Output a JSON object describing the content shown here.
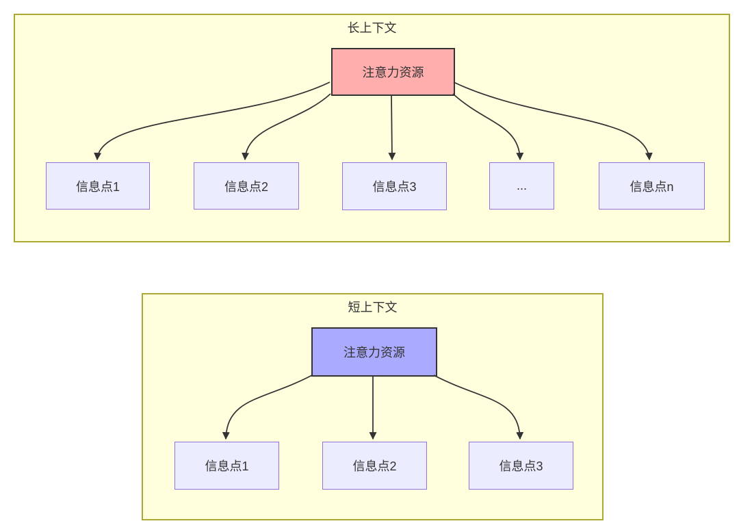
{
  "page": {
    "background": "#ffffff",
    "edge_color": "#333333",
    "text_color": "#333333"
  },
  "panels": [
    {
      "title": "长上下文",
      "bg": "#ffffde",
      "border_color": "#aaaa33",
      "source": {
        "label": "注意力资源",
        "fill": "#ffadad",
        "stroke": "#333333"
      },
      "target_fill": "#ececff",
      "target_stroke": "#9370db",
      "targets": [
        {
          "label": "信息点1"
        },
        {
          "label": "信息点2"
        },
        {
          "label": "信息点3"
        },
        {
          "label": "..."
        },
        {
          "label": "信息点n"
        }
      ]
    },
    {
      "title": "短上下文",
      "bg": "#ffffde",
      "border_color": "#aaaa33",
      "source": {
        "label": "注意力资源",
        "fill": "#aaaaff",
        "stroke": "#333333"
      },
      "target_fill": "#ececff",
      "target_stroke": "#9370db",
      "targets": [
        {
          "label": "信息点1"
        },
        {
          "label": "信息点2"
        },
        {
          "label": "信息点3"
        }
      ]
    }
  ]
}
